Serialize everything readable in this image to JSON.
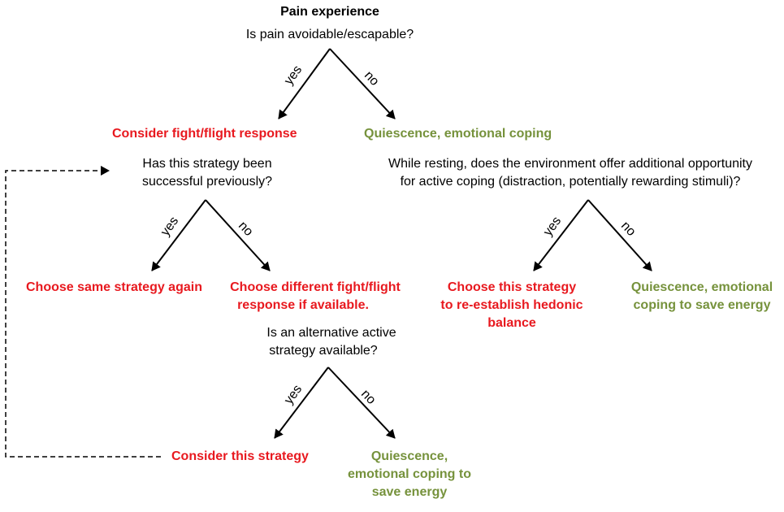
{
  "colors": {
    "action": "#e8191f",
    "quiescence": "#76923c",
    "text": "#000000",
    "lines": "#000000"
  },
  "root": {
    "title": "Pain experience",
    "question": "Is pain avoidable/escapable?"
  },
  "branch_labels": {
    "yes": "yes",
    "no": "no"
  },
  "level1": {
    "fight_flight": "Consider fight/flight response",
    "quiescence": "Quiescence, emotional coping"
  },
  "question_success": {
    "line1": "Has this strategy been",
    "line2": "successful previously?"
  },
  "question_environment": {
    "line1": "While resting, does the environment offer additional opportunity",
    "line2": "for active coping (distraction, potentially rewarding stimuli)?"
  },
  "level2": {
    "same_strategy": "Choose same strategy again",
    "different_line1": "Choose different fight/flight",
    "different_line2": "response if available.",
    "choose_this_line1": "Choose this strategy",
    "choose_this_line2": "to re-establish hedonic",
    "choose_this_line3": "balance",
    "quiescence_line1": "Quiescence, emotional",
    "quiescence_line2": "coping to save energy"
  },
  "question_alternative": {
    "line1": "Is an alternative active",
    "line2": "strategy available?"
  },
  "level3": {
    "consider_this": "Consider this strategy",
    "quiescence_line1": "Quiescence,",
    "quiescence_line2": "emotional coping to",
    "quiescence_line3": "save energy"
  }
}
